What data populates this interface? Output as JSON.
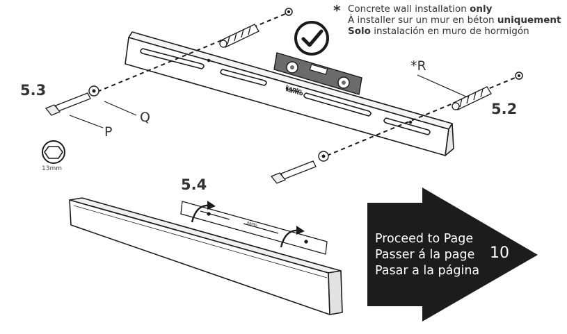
{
  "notice": {
    "asterisk": "*",
    "line1": {
      "pre": "Concrete wall installation ",
      "bold": "only",
      "post": ""
    },
    "line2": {
      "pre": "À installer sur un mur en béton ",
      "bold": "uniquement",
      "post": ""
    },
    "line3": {
      "pre": "",
      "bold": "Solo",
      "post": " instalación en muro de hormigón"
    }
  },
  "steps": {
    "s52": "5.2",
    "s53": "5.3",
    "s54": "5.4"
  },
  "parts": {
    "p": "P",
    "q": "Q",
    "r": "*R"
  },
  "socket_size": "13mm",
  "level_brand": "kanto",
  "bracket_brand": "kanto",
  "proceed": {
    "line1": "Proceed to Page",
    "line2": "Passer á la page",
    "line3": "Pasar a la página",
    "page": "10"
  },
  "colors": {
    "ink": "#1a1a1a",
    "arrow": "#1c1c1c",
    "level": "#6b6b6b"
  }
}
